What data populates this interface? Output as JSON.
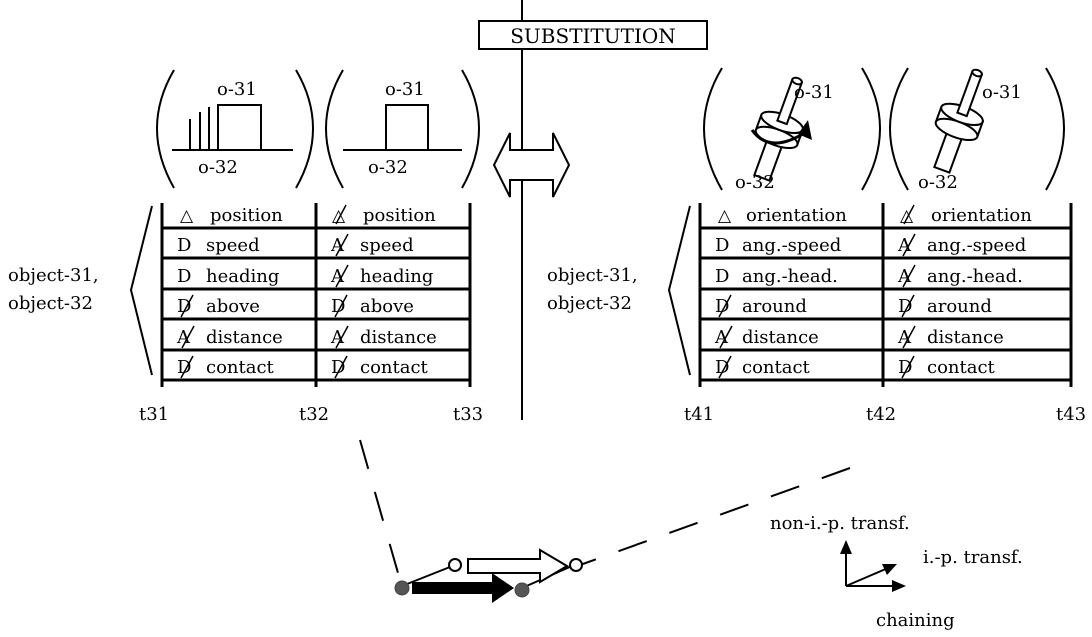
{
  "title": "SUBSTITUTION",
  "left": {
    "objects_label": [
      "object-31,",
      "object-32"
    ],
    "sketch_labels": {
      "top": "o-31",
      "bottom": "o-32"
    },
    "times": [
      "t31",
      "t32",
      "t33"
    ],
    "rows": [
      {
        "sym1": "△",
        "label1": "position",
        "sym2": "△",
        "label2": "position"
      },
      {
        "sym1": "D",
        "label1": "speed",
        "sym2": "A",
        "label2": "speed"
      },
      {
        "sym1": "D",
        "label1": "heading",
        "sym2": "A",
        "label2": "heading"
      },
      {
        "sym1": "D",
        "label1": "above",
        "sym2": "D",
        "label2": "above"
      },
      {
        "sym1": "A",
        "label1": "distance",
        "sym2": "A",
        "label2": "distance"
      },
      {
        "sym1": "D",
        "label1": "contact",
        "sym2": "D",
        "label2": "contact"
      }
    ]
  },
  "right": {
    "objects_label": [
      "object-31,",
      "object-32"
    ],
    "sketch_labels": {
      "top": "o-31",
      "bottom": "o-32"
    },
    "times": [
      "t41",
      "t42",
      "t43"
    ],
    "rows": [
      {
        "sym1": "△",
        "label1": "orientation",
        "sym2": "△",
        "label2": "orientation"
      },
      {
        "sym1": "D",
        "label1": "ang.-speed",
        "sym2": "A",
        "label2": "ang.-speed"
      },
      {
        "sym1": "D",
        "label1": "ang.-head.",
        "sym2": "A",
        "label2": "ang.-head."
      },
      {
        "sym1": "D",
        "label1": "around",
        "sym2": "D",
        "label2": "around"
      },
      {
        "sym1": "A",
        "label1": "distance",
        "sym2": "A",
        "label2": "distance"
      },
      {
        "sym1": "D",
        "label1": "contact",
        "sym2": "D",
        "label2": "contact"
      }
    ]
  },
  "legend": {
    "vertical": "non-i.-p. transf.",
    "diagonal": "i.-p. transf.",
    "horizontal": "chaining"
  }
}
